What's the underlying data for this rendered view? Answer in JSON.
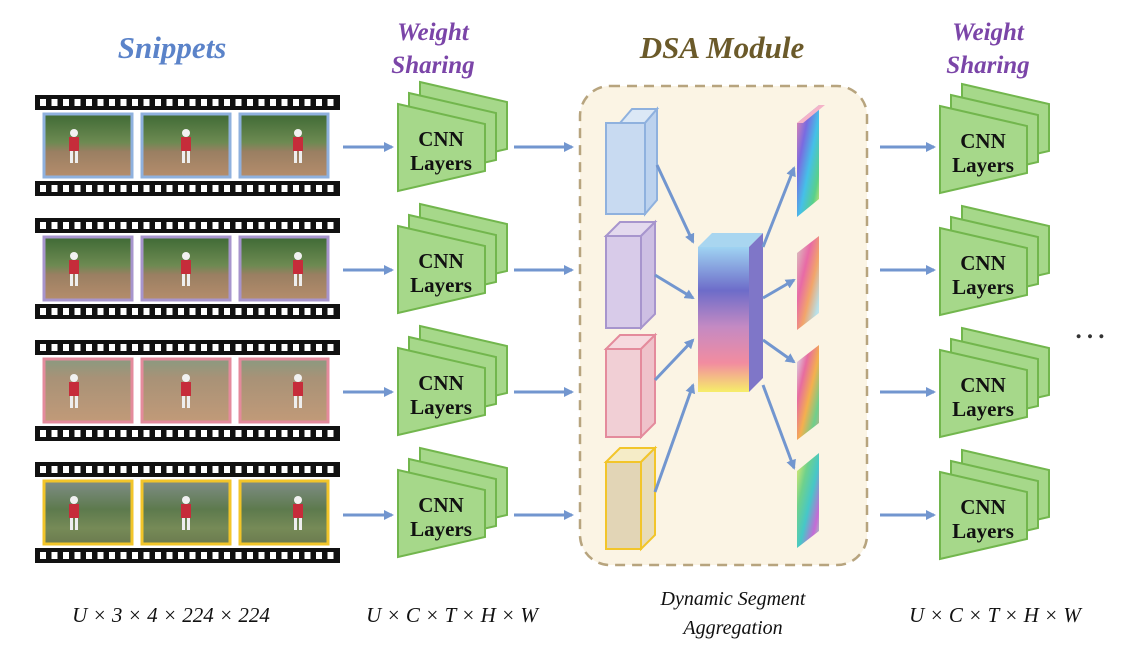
{
  "titles": {
    "snippets": "Snippets",
    "weight_sharing_line1": "Weight",
    "weight_sharing_line2": "Sharing",
    "dsa_module": "DSA Module"
  },
  "cnn": {
    "line1": "CNN",
    "line2": "Layers"
  },
  "dims": {
    "input": "U × 3 × 4 × 224 × 224",
    "features_left": "U × C × T × H × W",
    "features_right": "U × C × T × H × W"
  },
  "caption": {
    "line1": "Dynamic Segment",
    "line2": "Aggregation"
  },
  "ellipsis": "…",
  "colors": {
    "snippets_title": "#5b83c9",
    "weight_sharing": "#7b45a8",
    "dsa_title": "#6b5a2a",
    "cnn_fill": "#a6d88a",
    "cnn_stroke": "#72b64d",
    "arrow": "#7296cf",
    "dsa_bg": "#fbf4e4",
    "dsa_border": "#b7a47e",
    "snippet_borders": [
      "#8fb1de",
      "#a795cd",
      "#e48b9c",
      "#f2c52a"
    ]
  }
}
